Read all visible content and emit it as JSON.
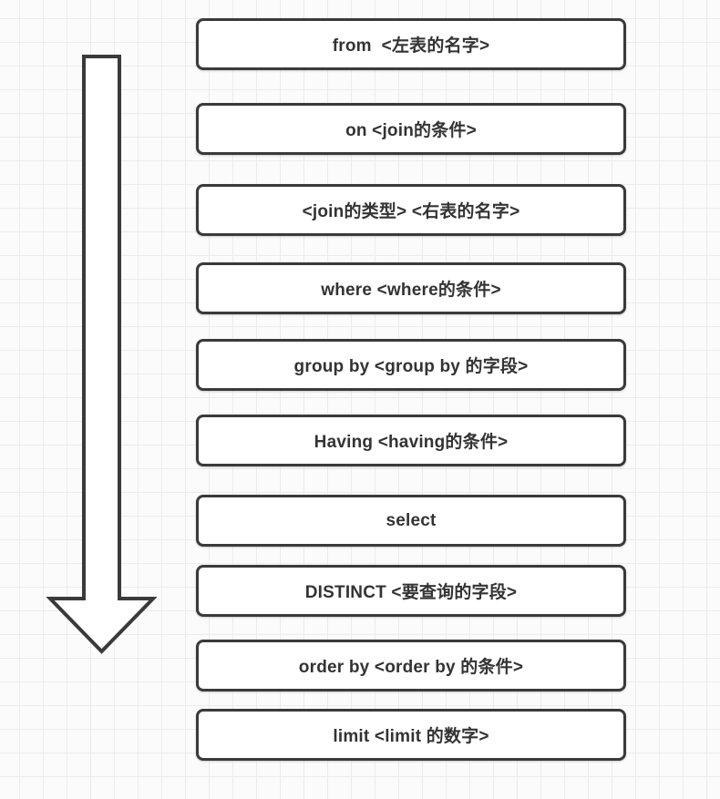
{
  "flow": {
    "steps": [
      {
        "id": "from",
        "label": "from  <左表的名字>"
      },
      {
        "id": "on",
        "label": "on <join的条件>"
      },
      {
        "id": "join",
        "label": "<join的类型> <右表的名字>"
      },
      {
        "id": "where",
        "label": "where <where的条件>"
      },
      {
        "id": "group-by",
        "label": "group by <group by 的字段>"
      },
      {
        "id": "having",
        "label": "Having <having的条件>"
      },
      {
        "id": "select",
        "label": "select"
      },
      {
        "id": "distinct",
        "label": "DISTINCT <要查询的字段>"
      },
      {
        "id": "order-by",
        "label": "order by <order by 的条件>"
      },
      {
        "id": "limit",
        "label": "limit <limit 的数字>"
      }
    ],
    "arrow": {
      "direction": "down"
    }
  },
  "colors": {
    "background": "#fbfbfb",
    "grid_line": "#ececec",
    "box_border": "#3a3a3a",
    "box_fill": "#ffffff",
    "text": "#333333"
  }
}
